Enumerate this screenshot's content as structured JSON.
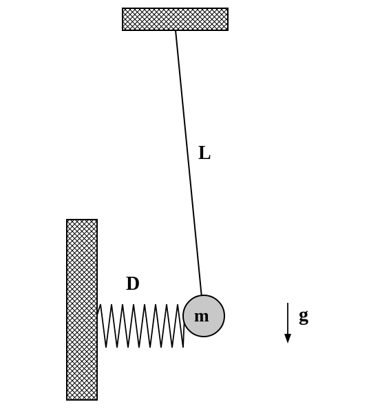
{
  "labels": {
    "length": "L",
    "spring_constant": "D",
    "mass": "m",
    "gravity": "g"
  },
  "colors": {
    "ink": "#000000",
    "background": "#ffffff",
    "mass_fill": "#c8c8c8"
  }
}
